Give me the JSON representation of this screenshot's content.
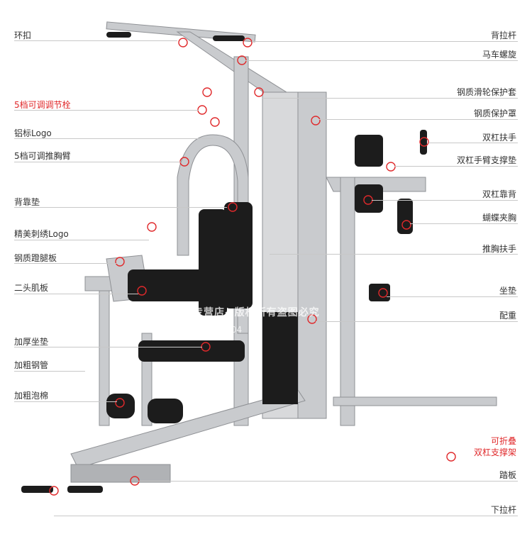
{
  "left_labels": [
    {
      "text": "环扣",
      "color": "#333333"
    },
    {
      "text": "5档可调调节栓",
      "color": "#e0292b"
    },
    {
      "text": "铝标Logo",
      "color": "#333333"
    },
    {
      "text": "5档可调推胸臂",
      "color": "#333333"
    },
    {
      "text": "背靠垫",
      "color": "#333333"
    },
    {
      "text": "精美刺绣Logo",
      "color": "#333333"
    },
    {
      "text": "钢质蹬腿板",
      "color": "#333333"
    },
    {
      "text": "二头肌板",
      "color": "#333333"
    },
    {
      "text": "加厚坐垫",
      "color": "#333333"
    },
    {
      "text": "加粗钢管",
      "color": "#333333"
    },
    {
      "text": "加粗泡棉",
      "color": "#333333"
    }
  ],
  "right_labels": [
    {
      "text": "背拉杆"
    },
    {
      "text": "马车螺旋"
    },
    {
      "text": "钢质滑轮保护套"
    },
    {
      "text": "钢质保护罩"
    },
    {
      "text": "双杠扶手"
    },
    {
      "text": "双杠手臂支撑垫"
    },
    {
      "text": "双杠靠背"
    },
    {
      "text": "蝴蝶夹胸"
    },
    {
      "text": "推胸扶手"
    },
    {
      "text": "坐垫"
    },
    {
      "text": "配重"
    },
    {
      "text": "可折叠"
    },
    {
      "text": "双杠支撑架"
    },
    {
      "text": "踏板"
    },
    {
      "text": "下拉杆"
    }
  ],
  "watermark": {
    "shop": "鑫达运动专营店--版权所有盗图必究",
    "phone": "…0-15…-3404"
  },
  "colors": {
    "marker": "#e0292b",
    "accent_red": "#e0292b",
    "frame": "#c9cbce",
    "pad": "#1c1c1c"
  }
}
